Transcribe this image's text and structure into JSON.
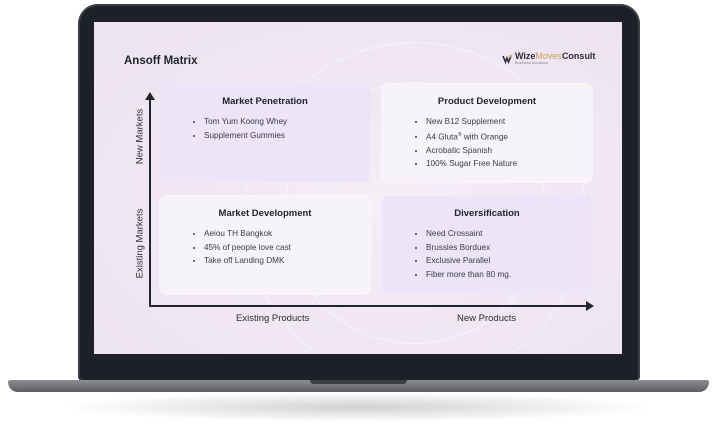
{
  "title": "Ansoff Matrix",
  "brand": {
    "name_part1": "Wize",
    "name_part2": "Moves",
    "name_part3": "Consult",
    "sub": "Business Solutions"
  },
  "axes": {
    "y_top": "New Markets",
    "y_bottom": "Existing Markets",
    "x_left": "Existing Products",
    "x_right": "New Products"
  },
  "quadrants": {
    "market_penetration": {
      "title": "Market Penetration",
      "items": [
        "Tom Yum Koong Whey",
        "Supplement Gummies"
      ]
    },
    "product_development": {
      "title": "Product Development",
      "items": [
        "New B12 Supplement",
        "A4 Gluta",
        "with Orange",
        "Acrobatic Spanish",
        "100% Sugar Free Nature"
      ],
      "sup": "®"
    },
    "market_development": {
      "title": "Market Development",
      "items": [
        "Aeiou TH Bangkok",
        "45% of people love cast",
        "Take off Landing DMK"
      ]
    },
    "diversification": {
      "title": "Diversification",
      "items": [
        "Need Crossaint",
        "Brussles Borduex",
        "Exclusive Parallel",
        "Fiber more than 80 mg."
      ]
    }
  },
  "colors": {
    "accent": "#c9a24a",
    "tint_quadrant": "#ece4f9",
    "plain_quadrant": "#f6f4f9",
    "axis": "#22252c"
  }
}
